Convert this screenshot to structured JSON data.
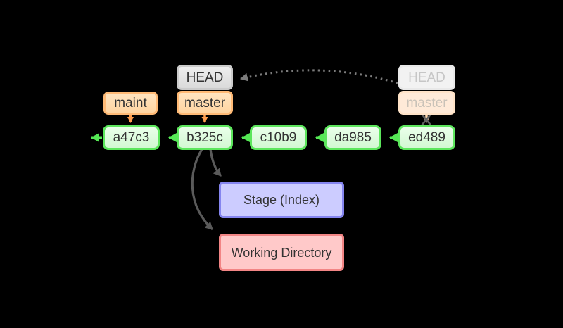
{
  "diagram": {
    "title": "git commit history with HEAD reset",
    "background": "#000000",
    "colors": {
      "commit_fill": "#d9fbd9",
      "commit_border": "#5ce65c",
      "green_arrow": "#55e855",
      "branch_fill": "#ffd9a8",
      "branch_border": "#ffba76",
      "head_fill": "#e4e4e4",
      "head_border": "#cbcbcb",
      "ghost_head_fill": "#f2f2f2",
      "ghost_text": "#c6c6c6",
      "ghost_branch_fill": "#ffead8",
      "stage_fill": "#ccccff",
      "stage_border": "#8585ef",
      "working_fill": "#ffc9c9",
      "working_border": "#f28585",
      "dark_arrow": "#5a5a5a",
      "dotted_arrow": "#7c7c7c",
      "label_text": "#333333"
    },
    "commits": [
      {
        "id": "a47c3"
      },
      {
        "id": "b325c"
      },
      {
        "id": "c10b9"
      },
      {
        "id": "da985"
      },
      {
        "id": "ed489"
      }
    ],
    "refs": {
      "maint": "maint",
      "head": "HEAD",
      "master": "master",
      "ghost_head": "HEAD",
      "ghost_master": "master"
    },
    "areas": {
      "stage": "Stage (Index)",
      "working": "Working Directory"
    }
  }
}
